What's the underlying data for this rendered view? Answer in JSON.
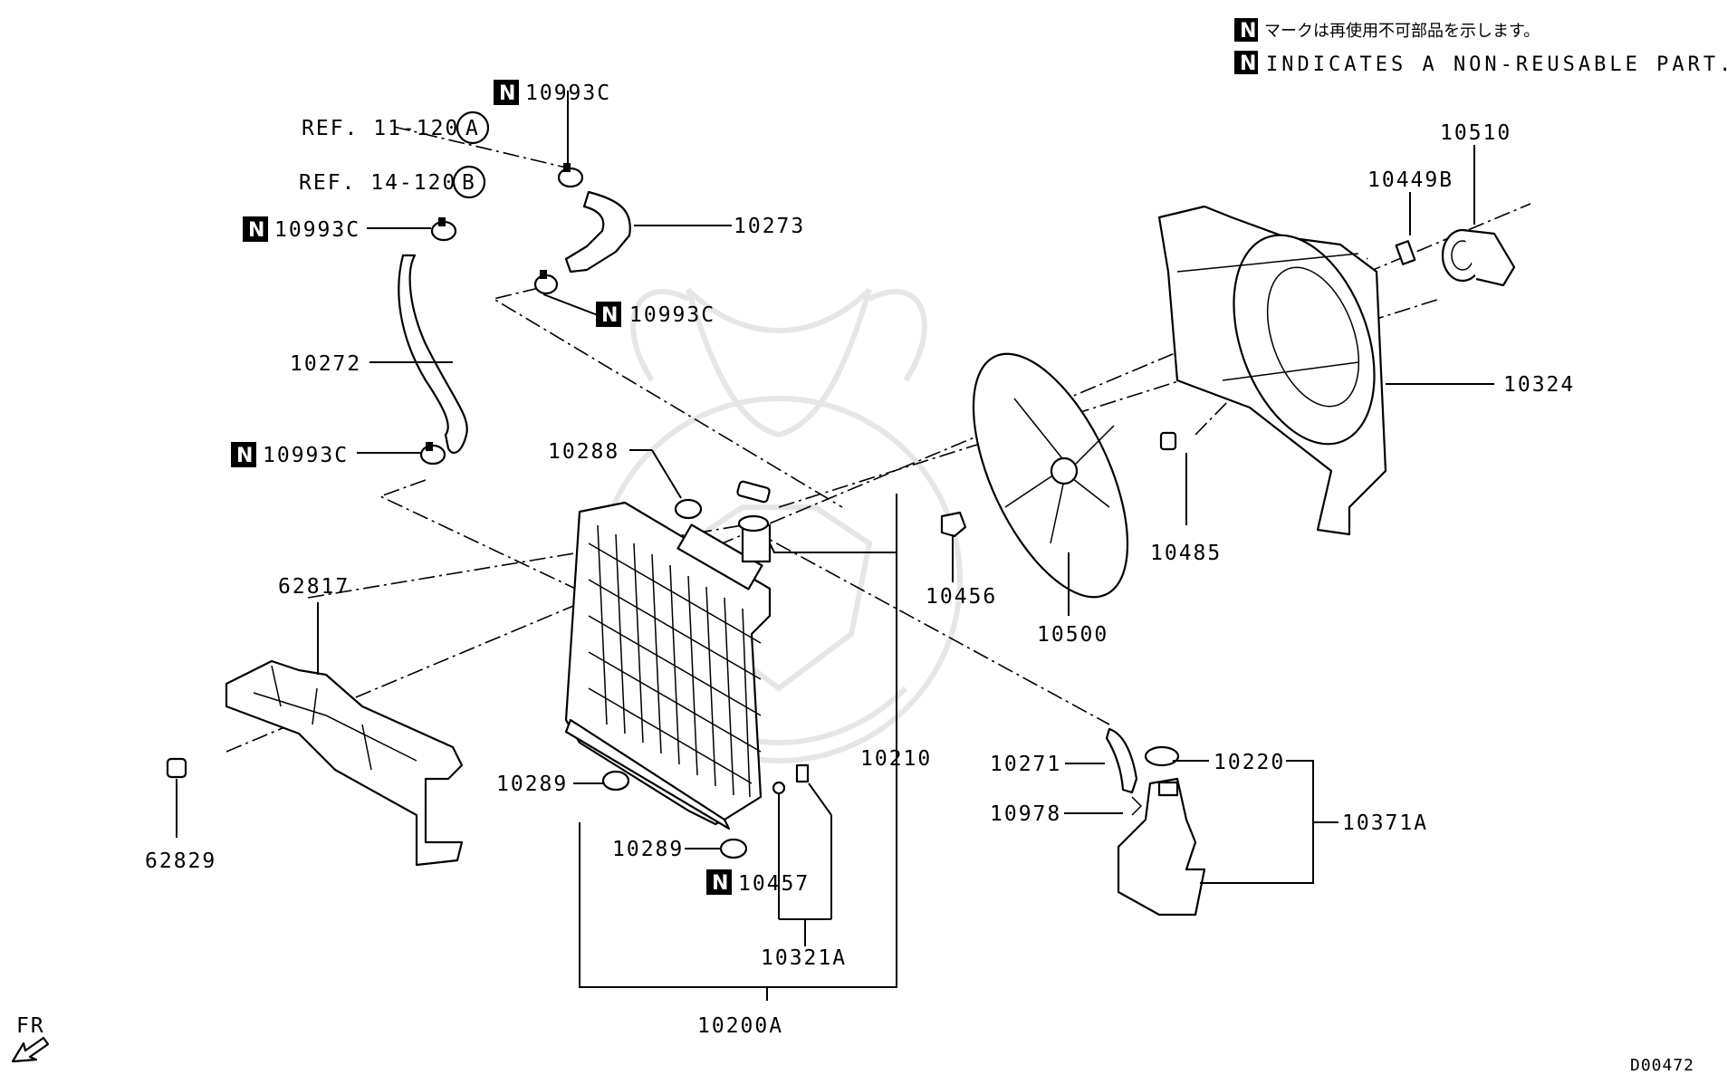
{
  "legend": {
    "badge": "N",
    "jp": "マークは再使用不可部品を示します。",
    "en": "INDICATES A NON-REUSABLE PART."
  },
  "refs": {
    "a_text": "REF. 11-120",
    "a_circle": "A",
    "b_text": "REF. 14-120",
    "b_circle": "B"
  },
  "parts": {
    "p10993c_top": "10993C",
    "p10993c_left_upper": "10993C",
    "p10993c_mid": "10993C",
    "p10993c_left_lower": "10993C",
    "p10273": "10273",
    "p10272": "10272",
    "p10288": "10288",
    "p62817": "62817",
    "p62829": "62829",
    "p10289_a": "10289",
    "p10289_b": "10289",
    "p10457": "10457",
    "p10321a": "10321A",
    "p10210": "10210",
    "p10200a": "10200A",
    "p10456": "10456",
    "p10500": "10500",
    "p10485": "10485",
    "p10324": "10324",
    "p10449b": "10449B",
    "p10510": "10510",
    "p10271": "10271",
    "p10220": "10220",
    "p10978": "10978",
    "p10371a": "10371A"
  },
  "badge_n": "N",
  "footer": {
    "fr": "FR",
    "code": "D00472"
  }
}
